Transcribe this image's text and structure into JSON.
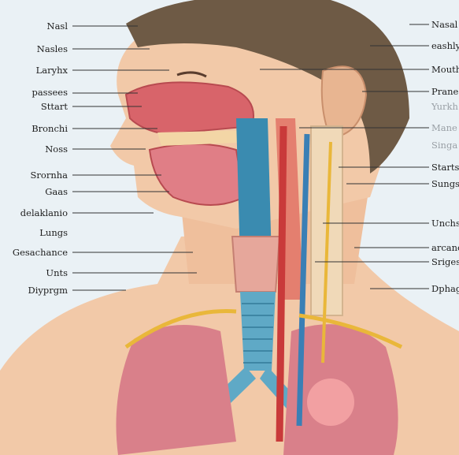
{
  "labels_left": [
    {
      "id": "nasal",
      "text": "Nasl"
    },
    {
      "id": "nasles",
      "text": "Nasles"
    },
    {
      "id": "larynx",
      "text": "Laryhx"
    },
    {
      "id": "passes",
      "text": "passees"
    },
    {
      "id": "start",
      "text": "Sttart"
    },
    {
      "id": "bronchi",
      "text": "Bronchi"
    },
    {
      "id": "noss",
      "text": "Noss"
    },
    {
      "id": "srornha",
      "text": "Srornha"
    },
    {
      "id": "gaas",
      "text": "Gaas"
    },
    {
      "id": "delaklanio",
      "text": "delaklanio"
    },
    {
      "id": "lungs",
      "text": "Lungs"
    },
    {
      "id": "gesachance",
      "text": "Gesachance"
    },
    {
      "id": "unts",
      "text": "Unts"
    },
    {
      "id": "diyprgm",
      "text": "Diyprgm"
    }
  ],
  "labels_right": [
    {
      "id": "nasal-r",
      "text": "Nasal"
    },
    {
      "id": "eashly",
      "text": "eashly"
    },
    {
      "id": "mouth",
      "text": "Mouth"
    },
    {
      "id": "prane",
      "text": "Prane"
    },
    {
      "id": "yurkh",
      "text": "Yurkh"
    },
    {
      "id": "mane",
      "text": "Mane"
    },
    {
      "id": "singa",
      "text": "Singa"
    },
    {
      "id": "starts",
      "text": "Starts"
    },
    {
      "id": "sungs",
      "text": "Sungs"
    },
    {
      "id": "unchs",
      "text": "Unchs"
    },
    {
      "id": "arcanc",
      "text": "arcanc"
    },
    {
      "id": "sriges",
      "text": "Sriges"
    },
    {
      "id": "dphagu",
      "text": "Dphagu"
    }
  ],
  "colors": {
    "background": "#eaf1f5",
    "skin": "#f2c9a8",
    "hair": "#6e5a45",
    "trachea": "#5fa9c6",
    "artery": "#c93a3a",
    "nerve": "#e9b73a",
    "lung": "#d9808a"
  }
}
